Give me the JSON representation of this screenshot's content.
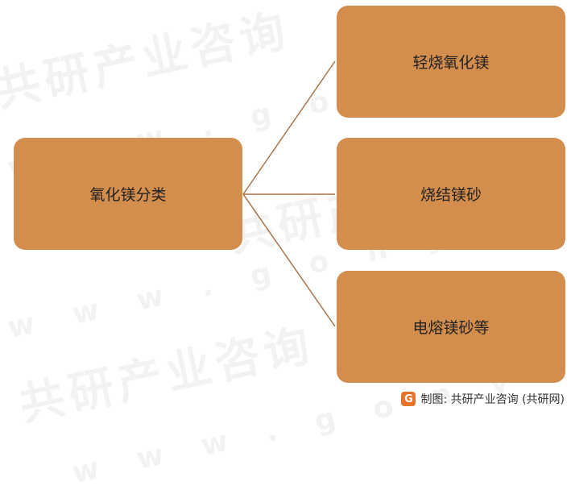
{
  "diagram": {
    "root": {
      "label": "氧化镁分类"
    },
    "children": [
      {
        "label": "轻烧氧化镁"
      },
      {
        "label": "烧结镁砂"
      },
      {
        "label": "电熔镁砂等"
      }
    ]
  },
  "watermark": {
    "brand": "共研产业咨询",
    "domain": "w w w . g o n y n . c o m"
  },
  "footer": {
    "credit": "制图: 共研产业咨询 (共研网)",
    "logo_letter": "G"
  },
  "colors": {
    "node_fill": "#d38d4c",
    "connector": "#a8754a",
    "logo": "#e8742a"
  }
}
